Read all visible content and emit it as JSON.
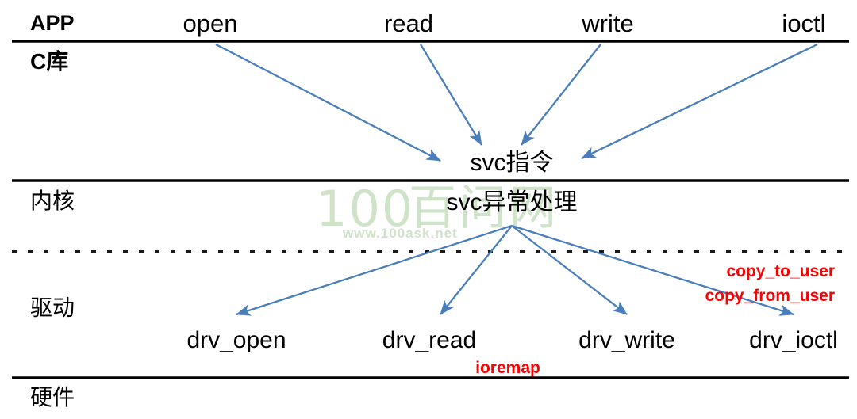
{
  "diagram": {
    "title": "Linux system call flow from APP to hardware",
    "background": "#ffffff",
    "arrow_color": "#4a7ebb",
    "rule_color": "#000000",
    "note_color": "#ff0000",
    "watermark_color": "#cfe3c8"
  },
  "layers": [
    {
      "key": "app",
      "label": "APP"
    },
    {
      "key": "clib",
      "label": "C库"
    },
    {
      "key": "kernel",
      "label": "内核"
    },
    {
      "key": "driver",
      "label": "驱动"
    },
    {
      "key": "hardware",
      "label": "硬件"
    }
  ],
  "app_apis": [
    {
      "key": "open",
      "label": "open"
    },
    {
      "key": "read",
      "label": "read"
    },
    {
      "key": "write",
      "label": "write"
    },
    {
      "key": "ioctl",
      "label": "ioctl"
    }
  ],
  "kernel_nodes": [
    {
      "key": "svc_instruction",
      "label": "svc指令"
    },
    {
      "key": "svc_handler",
      "label": "svc异常处理"
    }
  ],
  "driver_functions": [
    {
      "key": "drv_open",
      "label": "drv_open"
    },
    {
      "key": "drv_read",
      "label": "drv_read"
    },
    {
      "key": "drv_write",
      "label": "drv_write"
    },
    {
      "key": "drv_ioctl",
      "label": "drv_ioctl"
    }
  ],
  "notes": [
    {
      "key": "copy_to_user",
      "label": "copy_to_user"
    },
    {
      "key": "copy_from_user",
      "label": "copy_from_user"
    },
    {
      "key": "ioremap",
      "label": "ioremap"
    }
  ],
  "watermark": {
    "logo": "100",
    "brand": "百问网",
    "url": "www.100ask.net"
  }
}
